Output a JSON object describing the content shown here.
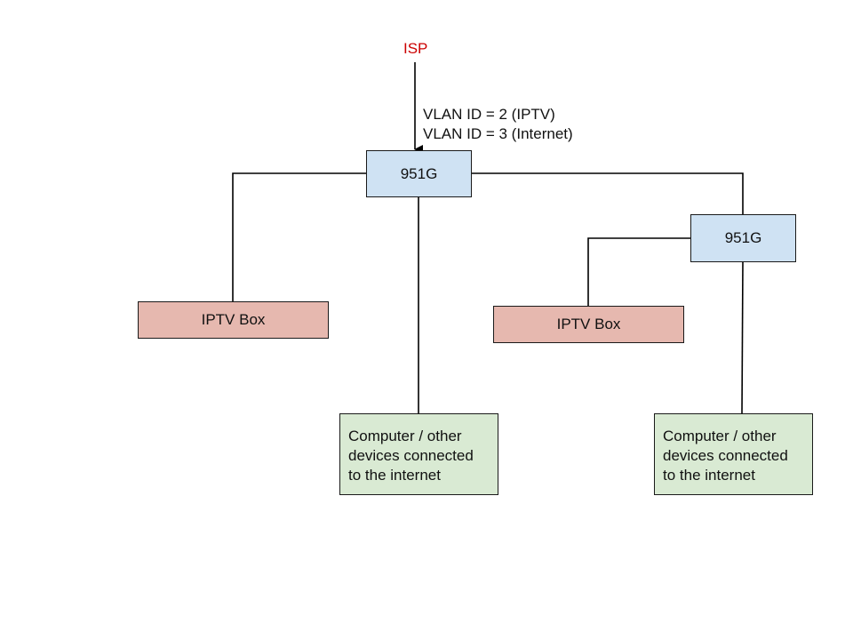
{
  "diagram": {
    "isp_label": "ISP",
    "vlan_lines": [
      "VLAN ID = 2 (IPTV)",
      "VLAN ID = 3 (Internet)"
    ],
    "router_main": "951G",
    "router_secondary": "951G",
    "iptv_left": "IPTV Box",
    "iptv_right": "IPTV Box",
    "computer_left": [
      "Computer / other",
      "devices connected",
      "to the internet"
    ],
    "computer_right": [
      "Computer / other",
      "devices connected",
      "to the internet"
    ]
  },
  "colors": {
    "isp_text": "#cc0000",
    "router_fill": "#cfe2f3",
    "iptv_fill": "#e6b8af",
    "computer_fill": "#d9ead3",
    "line": "#000000"
  }
}
